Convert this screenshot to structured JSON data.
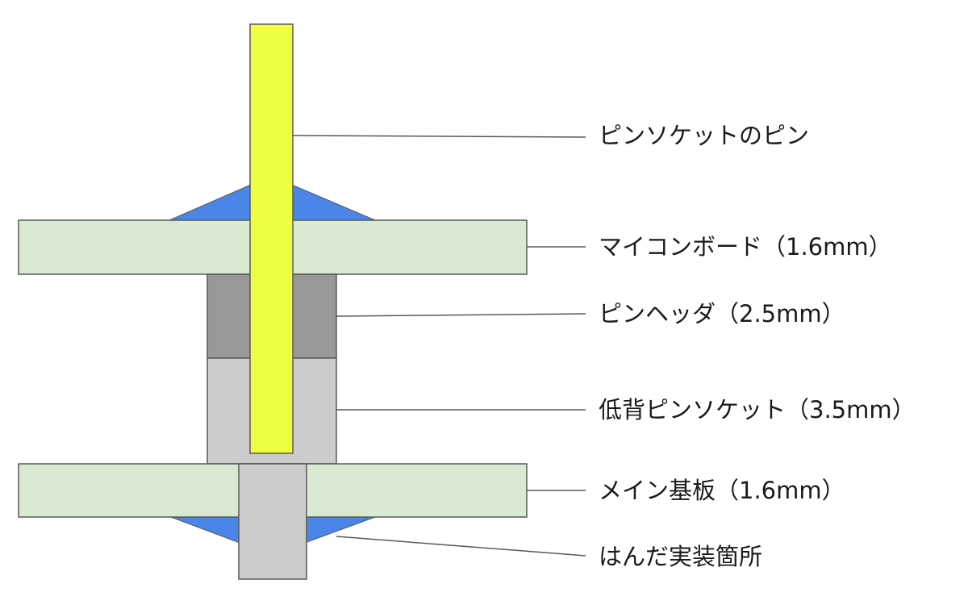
{
  "labels": {
    "socket_pin": "ピンソケットのピン",
    "mcu_board": "マイコンボード（1.6mm）",
    "pin_header": "ピンヘッダ（2.5mm）",
    "low_profile_socket": "低背ピンソケット（3.5mm）",
    "main_board": "メイン基板（1.6mm）",
    "solder_point": "はんだ実装箇所"
  },
  "colors": {
    "board": "#d9ead3",
    "solder": "#4a86e8",
    "pin": "#eeff41",
    "pin_header": "#999999",
    "socket": "#cccccc",
    "outline": "#595959",
    "leader": "#595959"
  }
}
